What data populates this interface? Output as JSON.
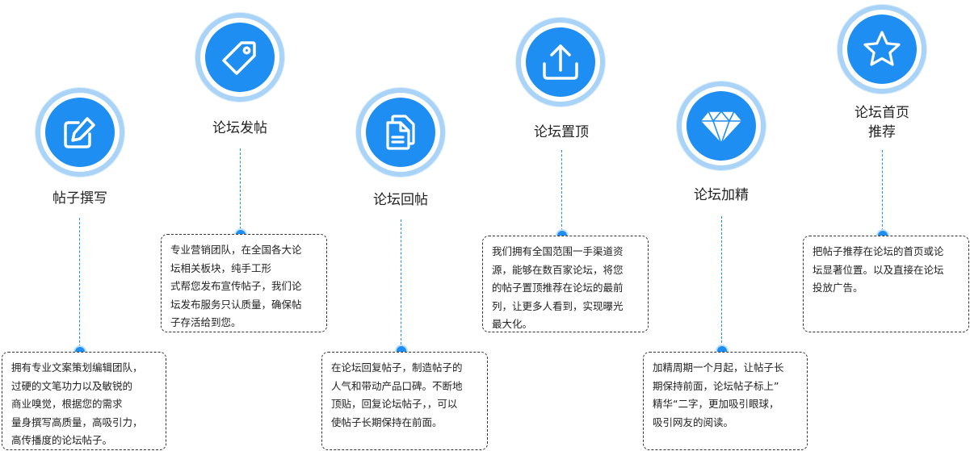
{
  "steps": [
    {
      "title": "帖子撰写",
      "icon": "edit-icon",
      "description": "拥有专业文案策划编辑团队，\n过硬的文笔功力以及敏锐的\n商业嗅觉，根据您的需求\n量身撰写高质量，高吸引力，\n高传播度的论坛帖子。"
    },
    {
      "title": "论坛发帖",
      "icon": "tag-icon",
      "description": "专业营销团队，在全国各大论\n坛相关板块，纯手工形\n式帮您发布宣传帖子，我们论\n坛发布服务只认质量，确保帖\n子存活给到您。"
    },
    {
      "title": "论坛回帖",
      "icon": "documents-icon",
      "description": "在论坛回复帖子，制造帖子的\n人气和带动产品口碑。不断地\n顶贴，回复论坛帖子，，可以\n使帖子长期保持在前面。"
    },
    {
      "title": "论坛置顶",
      "icon": "upload-icon",
      "description": "我们拥有全国范围一手渠道资\n源，能够在数百家论坛，将您\n的帖子置顶推荐在论坛的最前\n列，让更多人看到，实现曝光\n最大化。"
    },
    {
      "title": "论坛加精",
      "icon": "diamond-icon",
      "description": "加精周期一个月起，让帖子长\n期保持前面，论坛帖子标上”\n精华“二字，更加吸引眼球，\n吸引网友的阅读。"
    },
    {
      "title": "论坛首页\n推荐",
      "icon": "star-icon",
      "description": "把帖子推荐在论坛的首页或论\n坛显著位置。以及直接在论坛\n投放广告。"
    }
  ],
  "colors": {
    "accent": "#1e8ef2",
    "ring": "#a9d3f7",
    "text": "#222222",
    "box_border": "#333333"
  }
}
